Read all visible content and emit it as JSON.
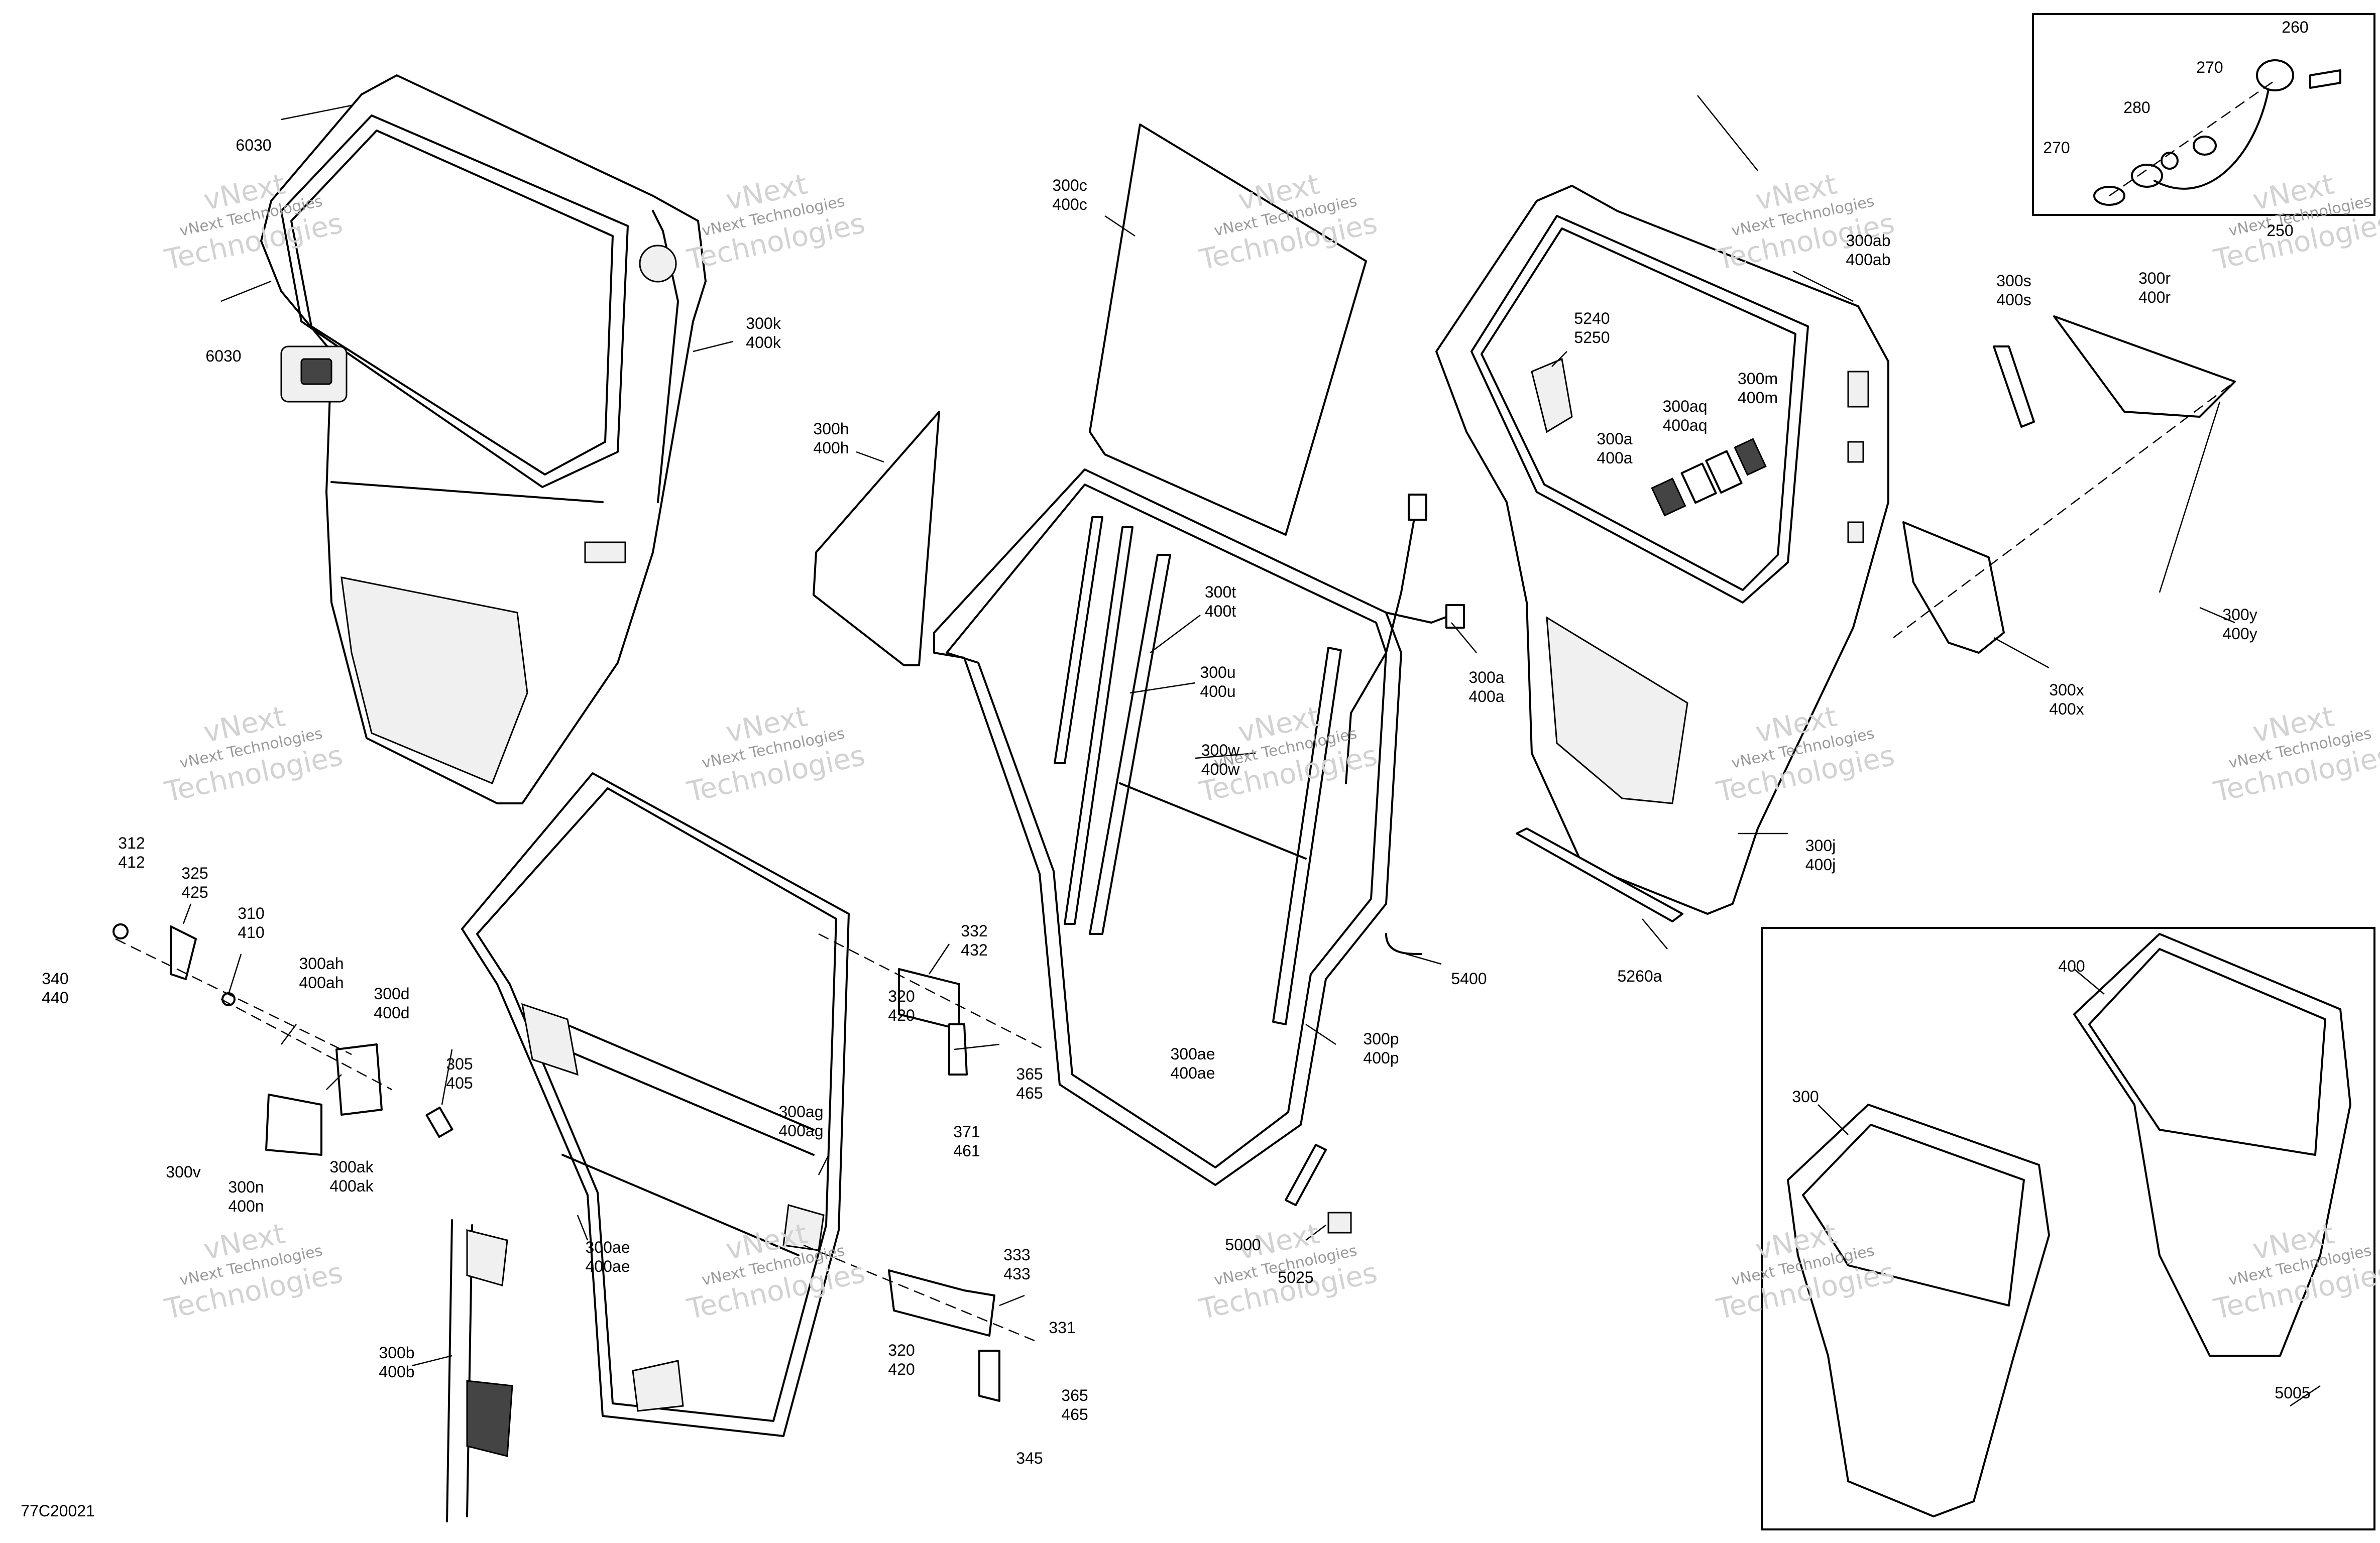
{
  "diagram_code": "77C20021",
  "watermark": {
    "line1": "vNext Technologies",
    "line2": "vNext",
    "line3": "Technologies"
  },
  "callouts": [
    {
      "id": "6030-a",
      "lines": [
        "6030"
      ]
    },
    {
      "id": "6030-b",
      "lines": [
        "6030"
      ]
    },
    {
      "id": "300k",
      "lines": [
        "300k",
        "400k"
      ]
    },
    {
      "id": "300c",
      "lines": [
        "300c",
        "400c"
      ]
    },
    {
      "id": "300h",
      "lines": [
        "300h",
        "400h"
      ]
    },
    {
      "id": "300t",
      "lines": [
        "300t",
        "400t"
      ]
    },
    {
      "id": "300u",
      "lines": [
        "300u",
        "400u"
      ]
    },
    {
      "id": "300w",
      "lines": [
        "300w",
        "400w"
      ]
    },
    {
      "id": "300ab",
      "lines": [
        "300ab",
        "400ab"
      ]
    },
    {
      "id": "5240",
      "lines": [
        "5240",
        "5250"
      ]
    },
    {
      "id": "300m",
      "lines": [
        "300m",
        "400m"
      ]
    },
    {
      "id": "300aq",
      "lines": [
        "300aq",
        "400aq"
      ]
    },
    {
      "id": "300a-top",
      "lines": [
        "300a",
        "400a"
      ]
    },
    {
      "id": "300a-right",
      "lines": [
        "300a",
        "400a"
      ]
    },
    {
      "id": "300s",
      "lines": [
        "300s",
        "400s"
      ]
    },
    {
      "id": "300r",
      "lines": [
        "300r",
        "400r"
      ]
    },
    {
      "id": "260",
      "lines": [
        "260"
      ]
    },
    {
      "id": "270-a",
      "lines": [
        "270"
      ]
    },
    {
      "id": "280",
      "lines": [
        "280"
      ]
    },
    {
      "id": "270-b",
      "lines": [
        "270"
      ]
    },
    {
      "id": "250",
      "lines": [
        "250"
      ]
    },
    {
      "id": "300y",
      "lines": [
        "300y",
        "400y"
      ]
    },
    {
      "id": "300x",
      "lines": [
        "300x",
        "400x"
      ]
    },
    {
      "id": "300j",
      "lines": [
        "300j",
        "400j"
      ]
    },
    {
      "id": "5260a",
      "lines": [
        "5260a"
      ]
    },
    {
      "id": "5400",
      "lines": [
        "5400"
      ]
    },
    {
      "id": "312",
      "lines": [
        "312",
        "412"
      ]
    },
    {
      "id": "325",
      "lines": [
        "325",
        "425"
      ]
    },
    {
      "id": "310",
      "lines": [
        "310",
        "410"
      ]
    },
    {
      "id": "340",
      "lines": [
        "340",
        "440"
      ]
    },
    {
      "id": "300ah",
      "lines": [
        "300ah",
        "400ah"
      ]
    },
    {
      "id": "300d",
      "lines": [
        "300d",
        "400d"
      ]
    },
    {
      "id": "305",
      "lines": [
        "305",
        "405"
      ]
    },
    {
      "id": "300v",
      "lines": [
        "300v"
      ]
    },
    {
      "id": "300n",
      "lines": [
        "300n",
        "400n"
      ]
    },
    {
      "id": "300ak",
      "lines": [
        "300ak",
        "400ak"
      ]
    },
    {
      "id": "332",
      "lines": [
        "332",
        "432"
      ]
    },
    {
      "id": "320-a",
      "lines": [
        "320",
        "420"
      ]
    },
    {
      "id": "365-a",
      "lines": [
        "365",
        "465"
      ]
    },
    {
      "id": "371",
      "lines": [
        "371",
        "461"
      ]
    },
    {
      "id": "300ag",
      "lines": [
        "300ag",
        "400ag"
      ]
    },
    {
      "id": "300ae-center",
      "lines": [
        "300ae",
        "400ae"
      ]
    },
    {
      "id": "300p",
      "lines": [
        "300p",
        "400p"
      ]
    },
    {
      "id": "5000",
      "lines": [
        "5000"
      ]
    },
    {
      "id": "5025",
      "lines": [
        "5025"
      ]
    },
    {
      "id": "300ae-left",
      "lines": [
        "300ae",
        "400ae"
      ]
    },
    {
      "id": "333",
      "lines": [
        "333",
        "433"
      ]
    },
    {
      "id": "331",
      "lines": [
        "331"
      ]
    },
    {
      "id": "320-b",
      "lines": [
        "320",
        "420"
      ]
    },
    {
      "id": "365-b",
      "lines": [
        "365",
        "465"
      ]
    },
    {
      "id": "345",
      "lines": [
        "345"
      ]
    },
    {
      "id": "300b",
      "lines": [
        "300b",
        "400b"
      ]
    },
    {
      "id": "400",
      "lines": [
        "400"
      ]
    },
    {
      "id": "300",
      "lines": [
        "300"
      ]
    },
    {
      "id": "5005",
      "lines": [
        "5005"
      ]
    }
  ]
}
